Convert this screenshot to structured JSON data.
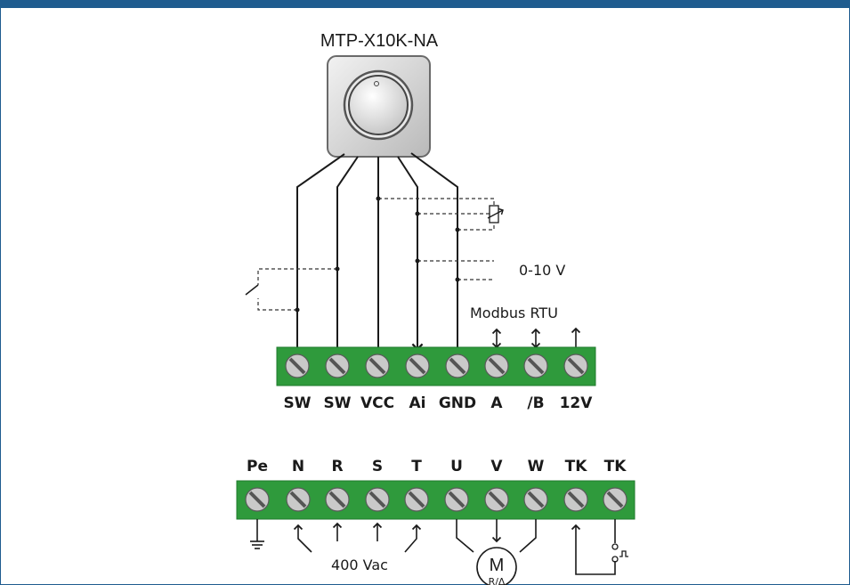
{
  "header": {
    "bar_color": "#1f5c8f"
  },
  "device": {
    "model": "MTP-X10K-NA"
  },
  "annotations": {
    "voltage_range": "0-10 V",
    "bus_protocol": "Modbus RTU",
    "supply": "400 Vac",
    "motor_symbol": "M",
    "motor_winding": "Ɽ/Δ"
  },
  "control_terminals": {
    "labels": [
      "SW",
      "SW",
      "VCC",
      "Ai",
      "GND",
      "A",
      "/B",
      "12V"
    ]
  },
  "power_terminals": {
    "labels": [
      "Pe",
      "N",
      "R",
      "S",
      "T",
      "U",
      "V",
      "W",
      "TK",
      "TK"
    ]
  },
  "colors": {
    "terminal_green": "#2f9a3c",
    "terminal_green_dark": "#1f7a2c",
    "screw_grey": "#c9c9c9",
    "device_grey": "#d8d8d8",
    "wire": "#1a1a1a"
  }
}
